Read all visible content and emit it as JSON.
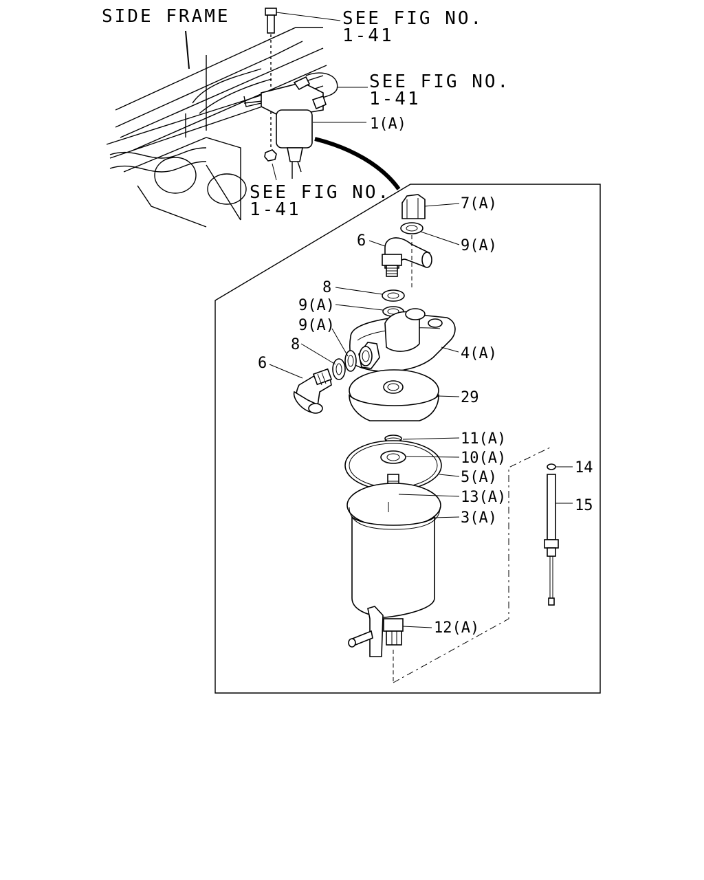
{
  "labels": {
    "side_frame": "SIDE FRAME",
    "see_fig_top_line1": "SEE FIG NO.",
    "see_fig_top_line2": "1-41",
    "see_fig_mid_line1": "SEE FIG NO.",
    "see_fig_mid_line2": "1-41",
    "see_fig_bottom_line1": "SEE FIG NO.",
    "see_fig_bottom_line2": "1-41",
    "part_1a": "1(A)",
    "part_7a": "7(A)",
    "part_9a_top": "9(A)",
    "part_6_top": "6",
    "part_8_upper": "8",
    "part_9a_mid": "9(A)",
    "part_9a_left": "9(A)",
    "part_8_left": "8",
    "part_4a": "4(A)",
    "part_6_left": "6",
    "part_29": "29",
    "part_11a": "11(A)",
    "part_10a": "10(A)",
    "part_5a": "5(A)",
    "part_13a": "13(A)",
    "part_3a": "3(A)",
    "part_14": "14",
    "part_15": "15",
    "part_12a": "12(A)"
  }
}
